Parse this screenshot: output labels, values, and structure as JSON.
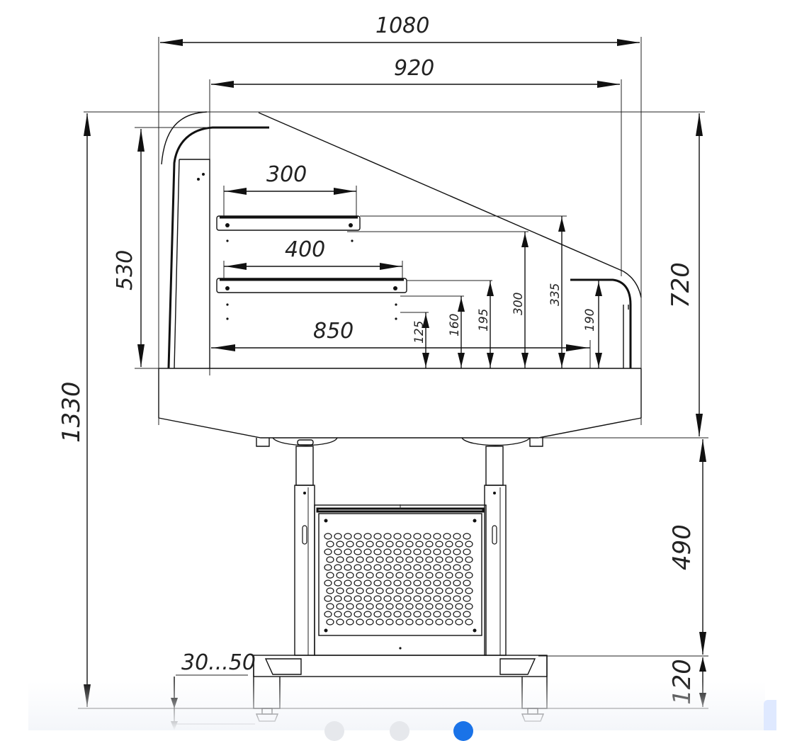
{
  "drawing": {
    "dimensions": {
      "overall_width": "1080",
      "inner_width": "920",
      "upper_shelf_depth": "300",
      "lower_shelf_depth": "400",
      "base_depth": "850",
      "front_glass_height": "530",
      "total_height": "1330",
      "cabinet_height": "720",
      "stand_height": "490",
      "base_height": "120",
      "foot_adjust": "30...50",
      "h_125": "125",
      "h_160": "160",
      "h_195": "195",
      "h_300": "300",
      "h_335": "335",
      "h_190": "190"
    }
  },
  "carousel": {
    "dots": [
      {
        "name": "dot-1",
        "color": "#e6e8ec"
      },
      {
        "name": "dot-2",
        "color": "#e6e8ec"
      },
      {
        "name": "dot-3-active",
        "color": "#1a73e8"
      }
    ]
  }
}
